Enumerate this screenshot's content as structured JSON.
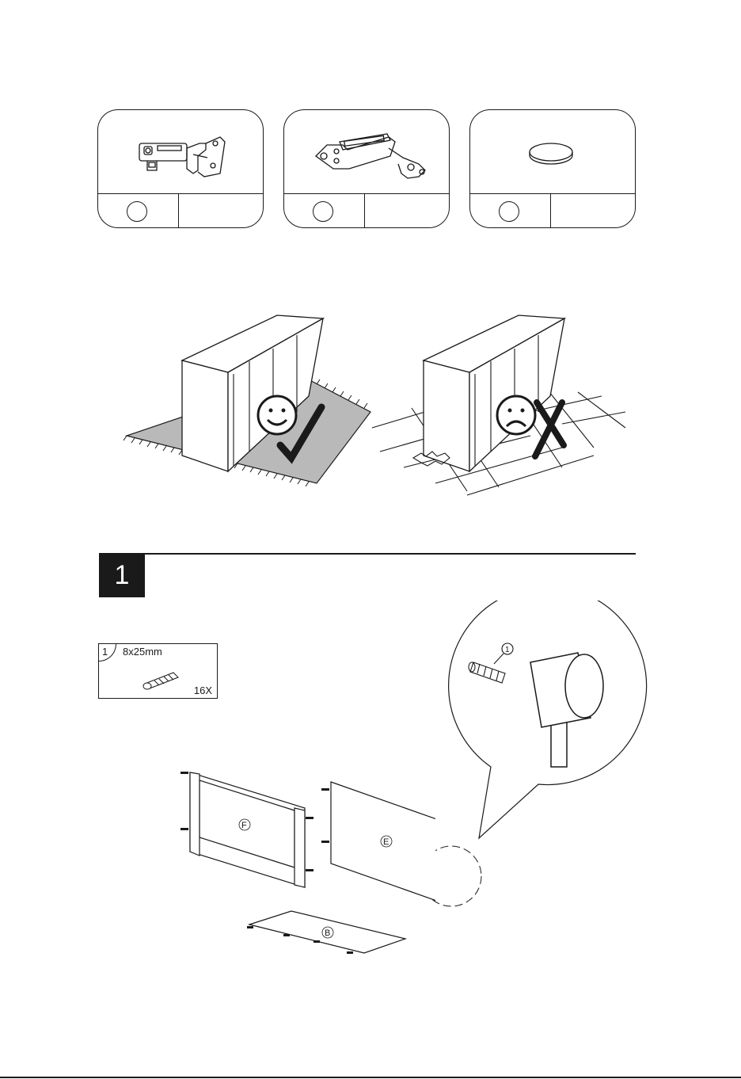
{
  "hardware": [
    {
      "name": "hinge",
      "icon": "cabinet-hinge-icon"
    },
    {
      "name": "flap-hinge",
      "icon": "flap-hinge-icon"
    },
    {
      "name": "bumper",
      "icon": "bumper-pad-icon"
    }
  ],
  "step": {
    "number": "1",
    "fitting": {
      "index": "1",
      "size": "8x25mm",
      "quantity": "16X",
      "icon": "wooden-dowel-icon"
    },
    "callout_index": "1",
    "panels": [
      "F",
      "E",
      "B"
    ]
  },
  "guidance": {
    "good_icon": "smiley-face-icon",
    "good_mark_icon": "check-mark-icon",
    "bad_icon": "sad-face-icon",
    "bad_mark_icon": "cross-mark-icon"
  }
}
